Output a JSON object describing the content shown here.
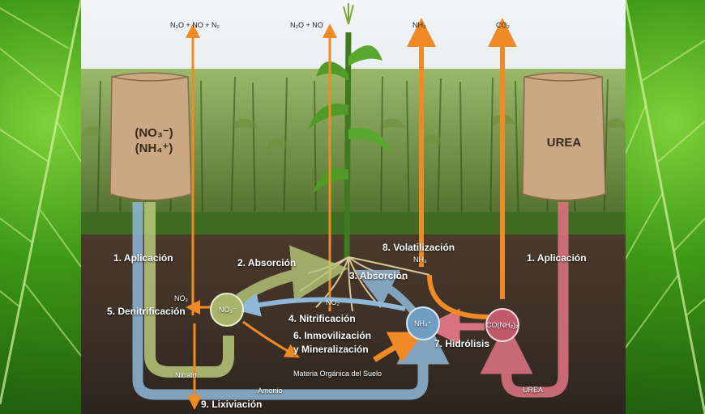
{
  "gases": {
    "g1": "N₂O + NO + N₂",
    "g2": "N₂O + NO",
    "g3": "NH₃",
    "g4": "CO₂"
  },
  "bags": {
    "left_line1": "(NO₃⁻)",
    "left_line2": "(NH₄⁺)",
    "right": "UREA"
  },
  "steps": {
    "aplicacion_left": "1. Aplicación",
    "absorcion2": "2. Absorción",
    "absorcion3": "3. Absorción",
    "nitrificacion": "4. Nitrificación",
    "denitrificacion": "5. Denitrificación",
    "inmov_line1": "6. Inmovilización",
    "inmov_line2": "y Mineralización",
    "hidrolisis": "7. Hidrólisis",
    "volatilizacion": "8. Volatilización",
    "lixiviacion": "9. Lixiviación",
    "aplicacion_right": "1. Aplicación"
  },
  "nodes": {
    "no3": "NO₃⁻",
    "nh4": "NH₄⁺",
    "urea_node": "CO(NH₂)₂"
  },
  "labels": {
    "no2_left": "NO₂",
    "no2_mid": "NO₂",
    "nh3_small": "NH₃",
    "nitrato": "Nitrato",
    "amonio": "Amonio",
    "urea_bottom": "UREA",
    "materia": "Materia Orgánica del Suelo"
  },
  "colors": {
    "orange": "#f08a24",
    "green": "#b9c97a",
    "blue": "#8fb8d8",
    "pink": "#d9727f"
  }
}
